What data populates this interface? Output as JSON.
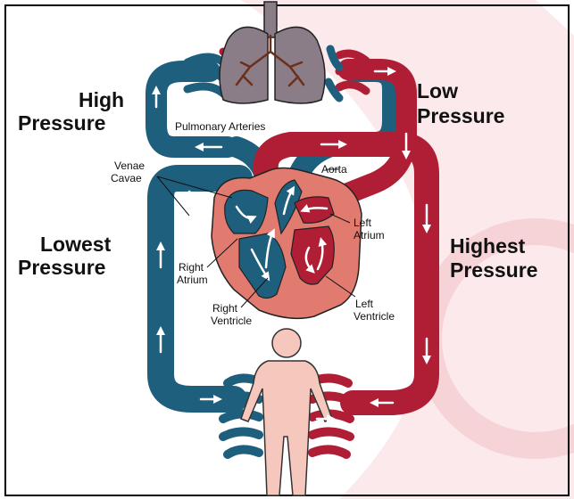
{
  "pressure_labels": {
    "high": [
      "High",
      "Pressure"
    ],
    "low": [
      "Low",
      "Pressure"
    ],
    "lowest": [
      "Lowest",
      "Pressure"
    ],
    "highest": [
      "Highest",
      "Pressure"
    ]
  },
  "structure_labels": {
    "pulmonary_arteries": "Pulmonary Arteries",
    "venae_cavae": [
      "Venae",
      "Cavae"
    ],
    "aorta": "Aorta",
    "left_atrium": [
      "Left",
      "Atrium"
    ],
    "right_atrium": [
      "Right",
      "Atrium"
    ],
    "right_ventricle": [
      "Right",
      "Ventricle"
    ],
    "left_ventricle": [
      "Left",
      "Ventricle"
    ]
  },
  "colors": {
    "deoxygenated": "#1f5f7e",
    "oxygenated": "#b01e35",
    "heart": "#e27b6f",
    "lungs": "#8a7d87",
    "body": "#f6c7bd",
    "background_tint": "#fbe6e8",
    "frame": "#000000"
  },
  "icons": {
    "lungs": "lungs-icon",
    "heart": "heart-icon",
    "body": "human-body-icon",
    "flow_arrows": "arrow-icon"
  }
}
